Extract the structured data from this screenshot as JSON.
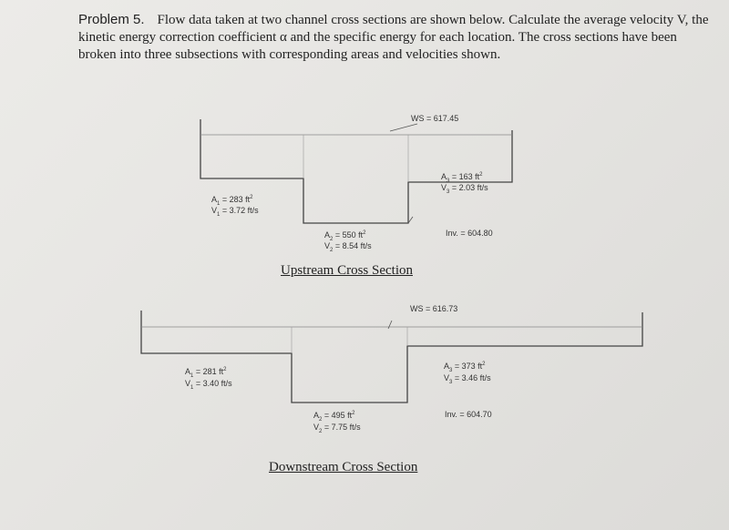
{
  "problem": {
    "number": "Problem 5.",
    "text": "Flow data taken at two channel cross sections are shown below. Calculate the average velocity V, the kinetic energy correction coefficient α and the specific energy for each location. The cross sections have been broken into three subsections with corresponding areas and velocities shown."
  },
  "upstream": {
    "caption": "Upstream Cross Section",
    "ws": "WS = 617.45",
    "inv": "Inv. = 604.80",
    "sub1": {
      "a_pre": "A",
      "a_sub": "1",
      "a_val": "= 283 ft",
      "v_pre": "V",
      "v_sub": "1",
      "v_val": "= 3.72 ft/s"
    },
    "sub2": {
      "a_pre": "A",
      "a_sub": "2",
      "a_val": "= 550 ft",
      "v_pre": "V",
      "v_sub": "2",
      "v_val": "= 8.54 ft/s"
    },
    "sub3": {
      "a_pre": "A",
      "a_sub": "3",
      "a_val": "= 163 ft",
      "v_pre": "V",
      "v_sub": "3",
      "v_val": "= 2.03 ft/s"
    }
  },
  "downstream": {
    "caption": "Downstream Cross Section",
    "ws": "WS = 616.73",
    "inv": "Inv. = 604.70",
    "sub1": {
      "a_pre": "A",
      "a_sub": "1",
      "a_val": "= 281 ft",
      "v_pre": "V",
      "v_sub": "1",
      "v_val": "= 3.40 ft/s"
    },
    "sub2": {
      "a_pre": "A",
      "a_sub": "2",
      "a_val": "= 495 ft",
      "v_pre": "V",
      "v_sub": "2",
      "v_val": "= 7.75 ft/s"
    },
    "sub3": {
      "a_pre": "A",
      "a_sub": "3",
      "a_val": "= 373 ft",
      "v_pre": "V",
      "v_sub": "3",
      "v_val": "= 3.46 ft/s"
    }
  },
  "units": {
    "sq": "2"
  }
}
